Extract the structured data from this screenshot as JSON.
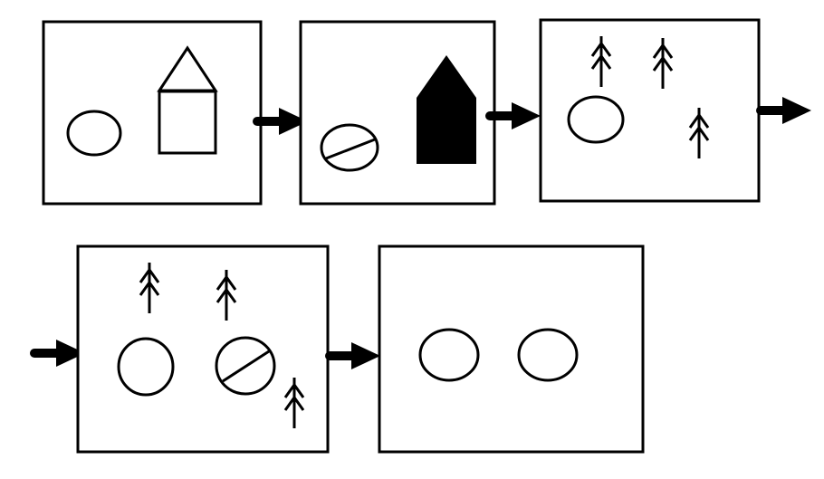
{
  "diagram": {
    "stroke_color": "#000000",
    "background_color": "#ffffff",
    "panels": [
      {
        "id": 1,
        "contents": [
          "circle",
          "house-outline"
        ]
      },
      {
        "id": 2,
        "contents": [
          "slashed-oval",
          "house-filled"
        ]
      },
      {
        "id": 3,
        "contents": [
          "circle",
          "tree-icon",
          "tree-icon",
          "tree-icon"
        ]
      },
      {
        "id": 4,
        "contents": [
          "circle",
          "slashed-circle",
          "tree-icon",
          "tree-icon",
          "tree-icon"
        ]
      },
      {
        "id": 5,
        "contents": [
          "circle",
          "circle"
        ]
      }
    ],
    "arrows": [
      {
        "from": 1,
        "to": 2
      },
      {
        "from": 2,
        "to": 3
      },
      {
        "from": 3,
        "to": 4
      },
      {
        "from": 4,
        "to": 5
      }
    ]
  }
}
